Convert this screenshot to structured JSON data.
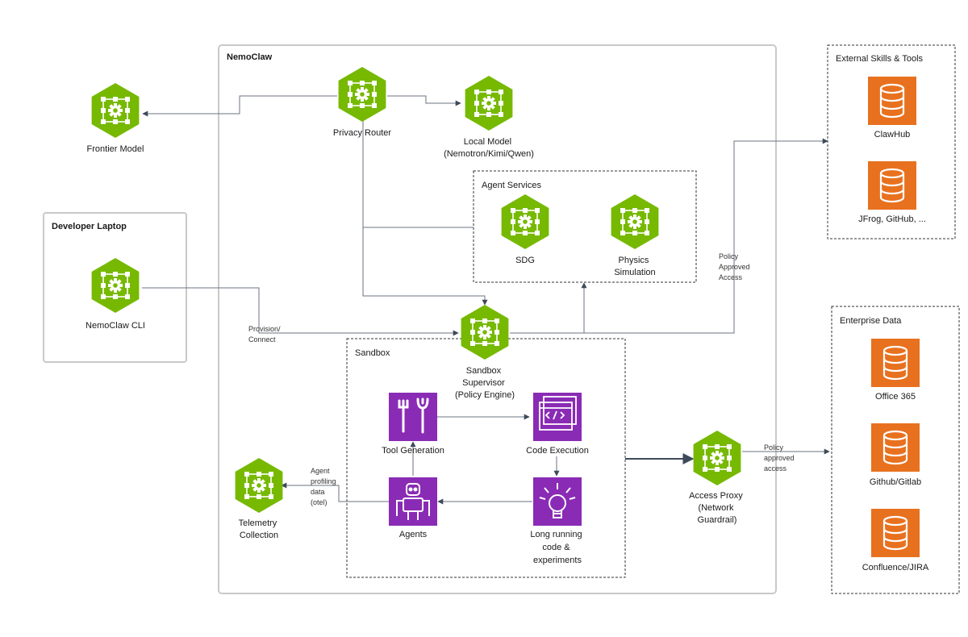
{
  "containers": {
    "nemoclaw": "NemoClaw",
    "developer_laptop": "Developer Laptop",
    "agent_services": "Agent Services",
    "sandbox": "Sandbox",
    "external_skills": "External Skills & Tools",
    "enterprise_data": "Enterprise Data"
  },
  "nodes": {
    "frontier_model": [
      "Frontier Model"
    ],
    "privacy_router": [
      "Privacy Router"
    ],
    "local_model": [
      "Local Model",
      "(Nemotron/Kimi/Qwen)"
    ],
    "nemoclaw_cli": [
      "NemoClaw CLI"
    ],
    "sdg": [
      "SDG"
    ],
    "physics_simulation": [
      "Physics",
      "Simulation"
    ],
    "sandbox_supervisor": [
      "Sandbox",
      "Supervisor",
      "(Policy Engine)"
    ],
    "tool_generation": [
      "Tool Generation"
    ],
    "code_execution": [
      "Code Execution"
    ],
    "agents": [
      "Agents"
    ],
    "long_running": [
      "Long running",
      "code &",
      "experiments"
    ],
    "telemetry_collection": [
      "Telemetry",
      "Collection"
    ],
    "access_proxy": [
      "Access Proxy",
      "(Network",
      "Guardrail)"
    ],
    "clawhub": [
      "ClawHub"
    ],
    "jfrog": [
      "JFrog, GitHub, ..."
    ],
    "office365": [
      "Office 365"
    ],
    "github_gitlab": [
      "Github/Gitlab"
    ],
    "confluence_jira": [
      "Confluence/JIRA"
    ]
  },
  "edge_labels": {
    "provision_connect": [
      "Provision/",
      "Connect"
    ],
    "policy_approved_access": [
      "Policy",
      "Approved",
      "Access"
    ],
    "policy_approved_access_lower": [
      "Policy",
      "approved",
      "access"
    ],
    "agent_profiling": [
      "Agent",
      "profiling",
      "data",
      "(otel)"
    ]
  },
  "icons": {
    "hex_nodes": "gear-hexagon-icon",
    "tool_generation": "tools-icon",
    "code_execution": "code-window-icon",
    "agents": "robot-icon",
    "long_running": "lightbulb-icon",
    "datastores": "database-icon"
  },
  "colors": {
    "nvidia_green": "#76b900",
    "purple": "#8a2bb5",
    "orange": "#e8711f",
    "wire": "#6b7380",
    "container_border": "#c9c9c9"
  }
}
